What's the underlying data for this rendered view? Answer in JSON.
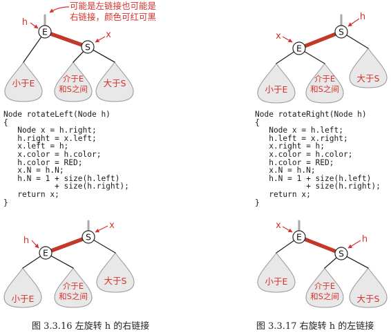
{
  "colors": {
    "red_link": "#c0392b",
    "annotation": "#d6312b",
    "triangle_fill": "#e8e8e8",
    "triangle_stroke": "#9b9b9b",
    "node_fill": "#ffffff",
    "node_stroke": "#222222",
    "stem": "#a8a8a8",
    "black_link": "#222222"
  },
  "left": {
    "annotation_top": [
      "可能是左链接也可能是",
      "右链接，颜色可红可黑"
    ],
    "code": [
      "Node rotateLeft(Node h)",
      "{",
      "   Node x = h.right;",
      "   h.right = x.left;",
      "   x.left = h;",
      "   x.color = h.color;",
      "   h.color = RED;",
      "   x.N = h.N;",
      "   h.N = 1 + size(h.left)",
      "           + size(h.right);",
      "   return x;",
      "}"
    ],
    "before": {
      "node_E": "E",
      "node_S": "S",
      "label_h": "h",
      "label_x": "x",
      "sub_less": "小于E",
      "sub_mid": [
        "介于E",
        "和S之间"
      ],
      "sub_greater": "大于S"
    },
    "after": {
      "node_E": "E",
      "node_S": "S",
      "label_h": "h",
      "label_x": "x",
      "sub_less": "小于E",
      "sub_mid": [
        "介于E",
        "和S之间"
      ],
      "sub_greater": "大于S"
    },
    "caption": "图 3.3.16    左旋转 h 的右链接"
  },
  "right": {
    "code": [
      "Node rotateRight(Node h)",
      "{",
      "   Node x = h.left;",
      "   h.left = x.right;",
      "   x.right = h;",
      "   x.color = h.color;",
      "   h.color = RED;",
      "   x.N = h.N;",
      "   h.N = 1 + size(h.left)",
      "           + size(h.right);",
      "   return x;",
      "}"
    ],
    "before": {
      "node_E": "E",
      "node_S": "S",
      "label_h": "h",
      "label_x": "x",
      "sub_less": "小于E",
      "sub_mid": [
        "介于E",
        "和S之间"
      ],
      "sub_greater": "大于S"
    },
    "after": {
      "node_E": "E",
      "node_S": "S",
      "label_h": "h",
      "label_x": "x",
      "sub_less": "小于E",
      "sub_mid": [
        "介于E",
        "和S之间"
      ],
      "sub_greater": "大于S"
    },
    "caption": "图 3.3.17    右旋转 h 的左链接"
  }
}
